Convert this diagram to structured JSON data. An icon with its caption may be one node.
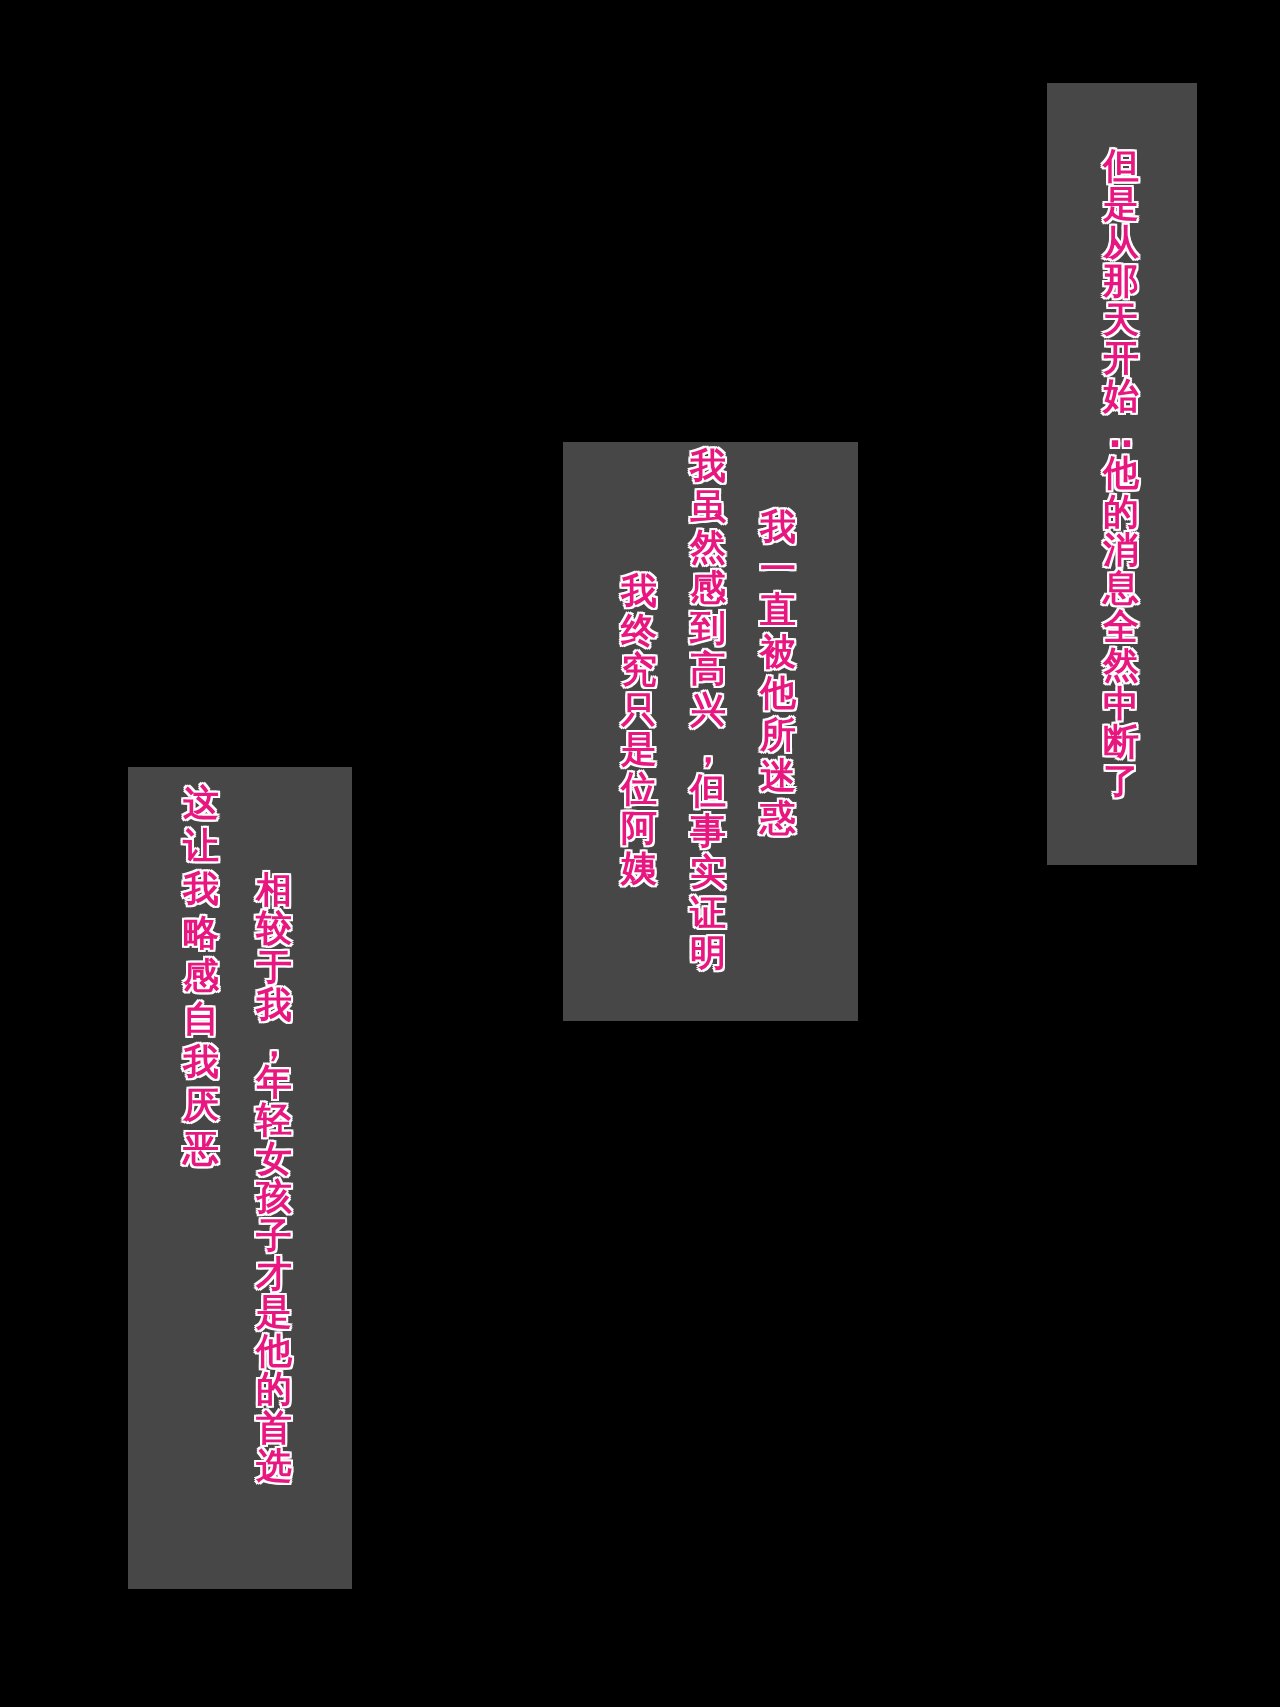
{
  "diagram": {
    "nodes": [
      {
        "text": [
          "但是从那天开始‥他的消息全然中断了"
        ]
      },
      {
        "text": [
          "我终究只是位阿姨",
          "我虽然感到高兴，但事实证明",
          "我一直被他所迷惑"
        ]
      },
      {
        "text": [
          "这让我略感自我厌恶",
          "相较于我，年轻女孩子才是他的首选"
        ]
      }
    ]
  }
}
